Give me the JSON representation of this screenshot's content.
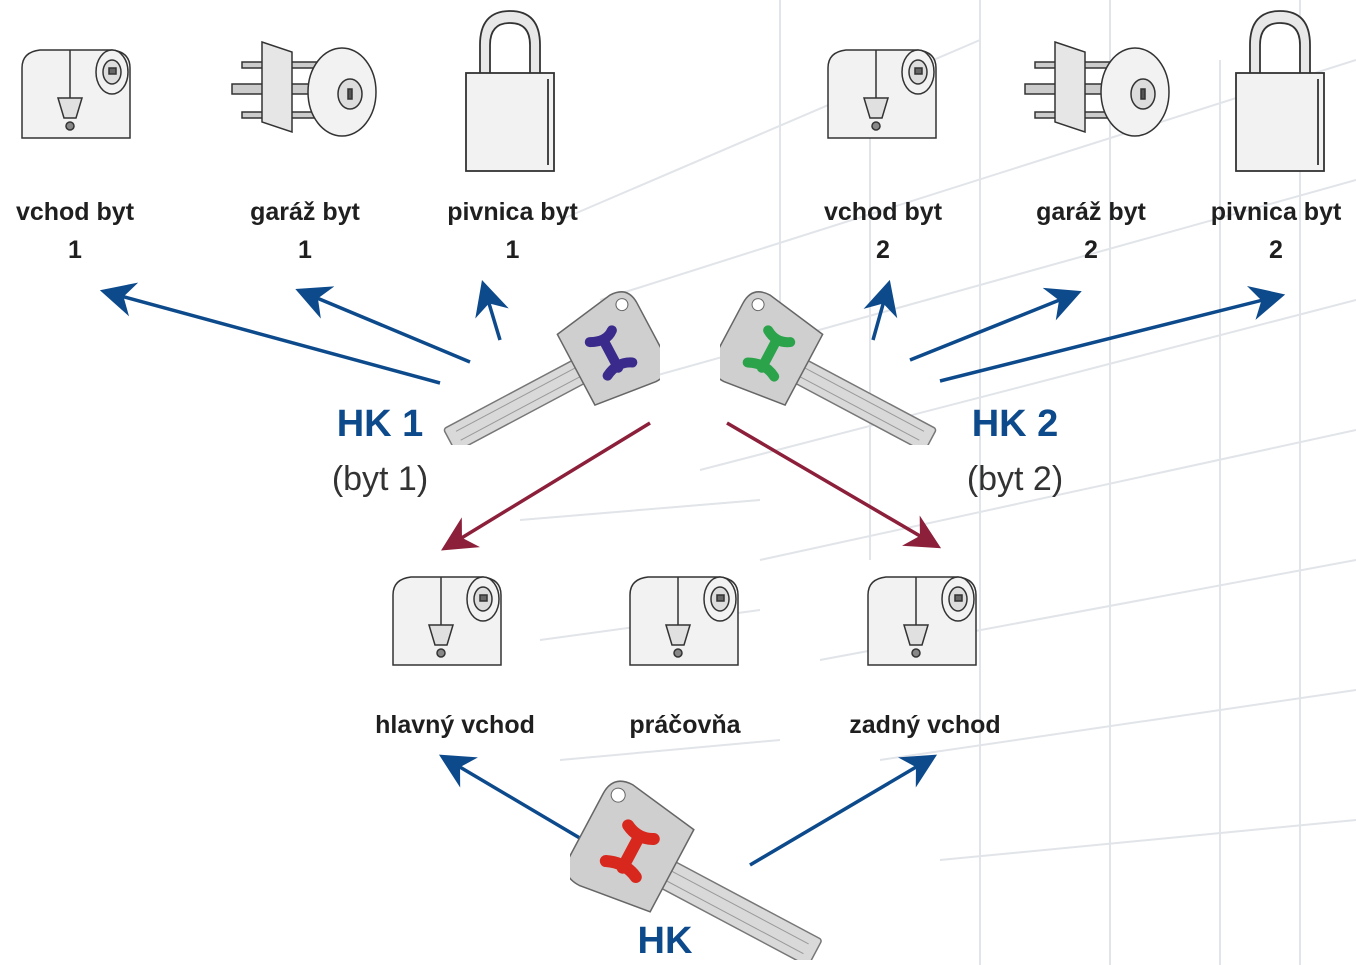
{
  "top_locks": [
    {
      "line1": "vchod byt",
      "line2": "1",
      "icon": "cylinder-lock-icon"
    },
    {
      "line1": "garáž byt",
      "line2": "1",
      "icon": "rim-cylinder-lock-icon"
    },
    {
      "line1": "pivnica byt",
      "line2": "1",
      "icon": "padlock-icon"
    },
    {
      "line1": "vchod byt",
      "line2": "2",
      "icon": "cylinder-lock-icon"
    },
    {
      "line1": "garáž byt",
      "line2": "2",
      "icon": "rim-cylinder-lock-icon"
    },
    {
      "line1": "pivnica byt",
      "line2": "2",
      "icon": "padlock-icon"
    }
  ],
  "bottom_locks": [
    {
      "label": "hlavný vchod",
      "icon": "cylinder-lock-icon"
    },
    {
      "label": "práčovňa",
      "icon": "cylinder-lock-icon"
    },
    {
      "label": "zadný vchod",
      "icon": "cylinder-lock-icon"
    }
  ],
  "keys": {
    "hk1": {
      "title": "HK 1",
      "subtitle": "(byt 1)",
      "color": "#3a2a8c"
    },
    "hk2": {
      "title": "HK 2",
      "subtitle": "(byt 2)",
      "color": "#2aa34a"
    },
    "hk": {
      "title": "HK",
      "color": "#d8281e"
    }
  },
  "colors": {
    "blue_arrow": "#0d4a8c",
    "red_arrow": "#8c1f3a"
  }
}
